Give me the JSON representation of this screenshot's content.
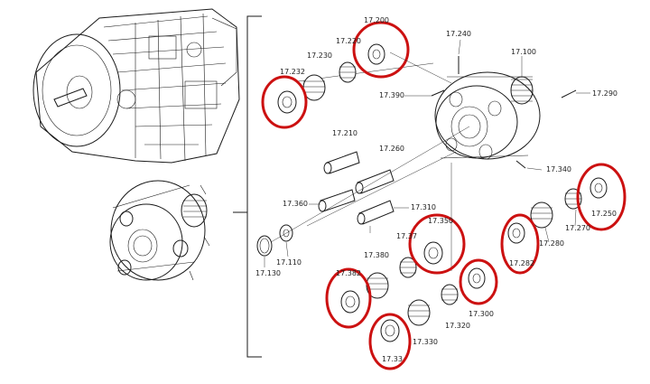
{
  "diagram": {
    "labels": [
      {
        "id": "p17200",
        "text": "17.200"
      },
      {
        "id": "p17220",
        "text": "17.220"
      },
      {
        "id": "p17230",
        "text": "17.230"
      },
      {
        "id": "p17232",
        "text": "17.232"
      },
      {
        "id": "p17240",
        "text": "17.240"
      },
      {
        "id": "p17100",
        "text": "17.100"
      },
      {
        "id": "p17390",
        "text": "17.390"
      },
      {
        "id": "p17290",
        "text": "17.290"
      },
      {
        "id": "p17210",
        "text": "17.210"
      },
      {
        "id": "p17260",
        "text": "17.260"
      },
      {
        "id": "p17340",
        "text": "17.340"
      },
      {
        "id": "p17360",
        "text": "17.360"
      },
      {
        "id": "p17310",
        "text": "17.310"
      },
      {
        "id": "p17350",
        "text": "17.350"
      },
      {
        "id": "p17250",
        "text": "17.250"
      },
      {
        "id": "p17270",
        "text": "17.270"
      },
      {
        "id": "p17280",
        "text": "17.280"
      },
      {
        "id": "p17282",
        "text": "17.282"
      },
      {
        "id": "p17370",
        "text": "17.37"
      },
      {
        "id": "p17380",
        "text": "17.380"
      },
      {
        "id": "p17382",
        "text": "17.382"
      },
      {
        "id": "p17300",
        "text": "17.300"
      },
      {
        "id": "p17320",
        "text": "17.320"
      },
      {
        "id": "p17330",
        "text": "17.330"
      },
      {
        "id": "p17332",
        "text": "17.33"
      },
      {
        "id": "p17110",
        "text": "17.110"
      },
      {
        "id": "p17130",
        "text": "17.130"
      }
    ],
    "highlight_color": "#cc1111"
  }
}
